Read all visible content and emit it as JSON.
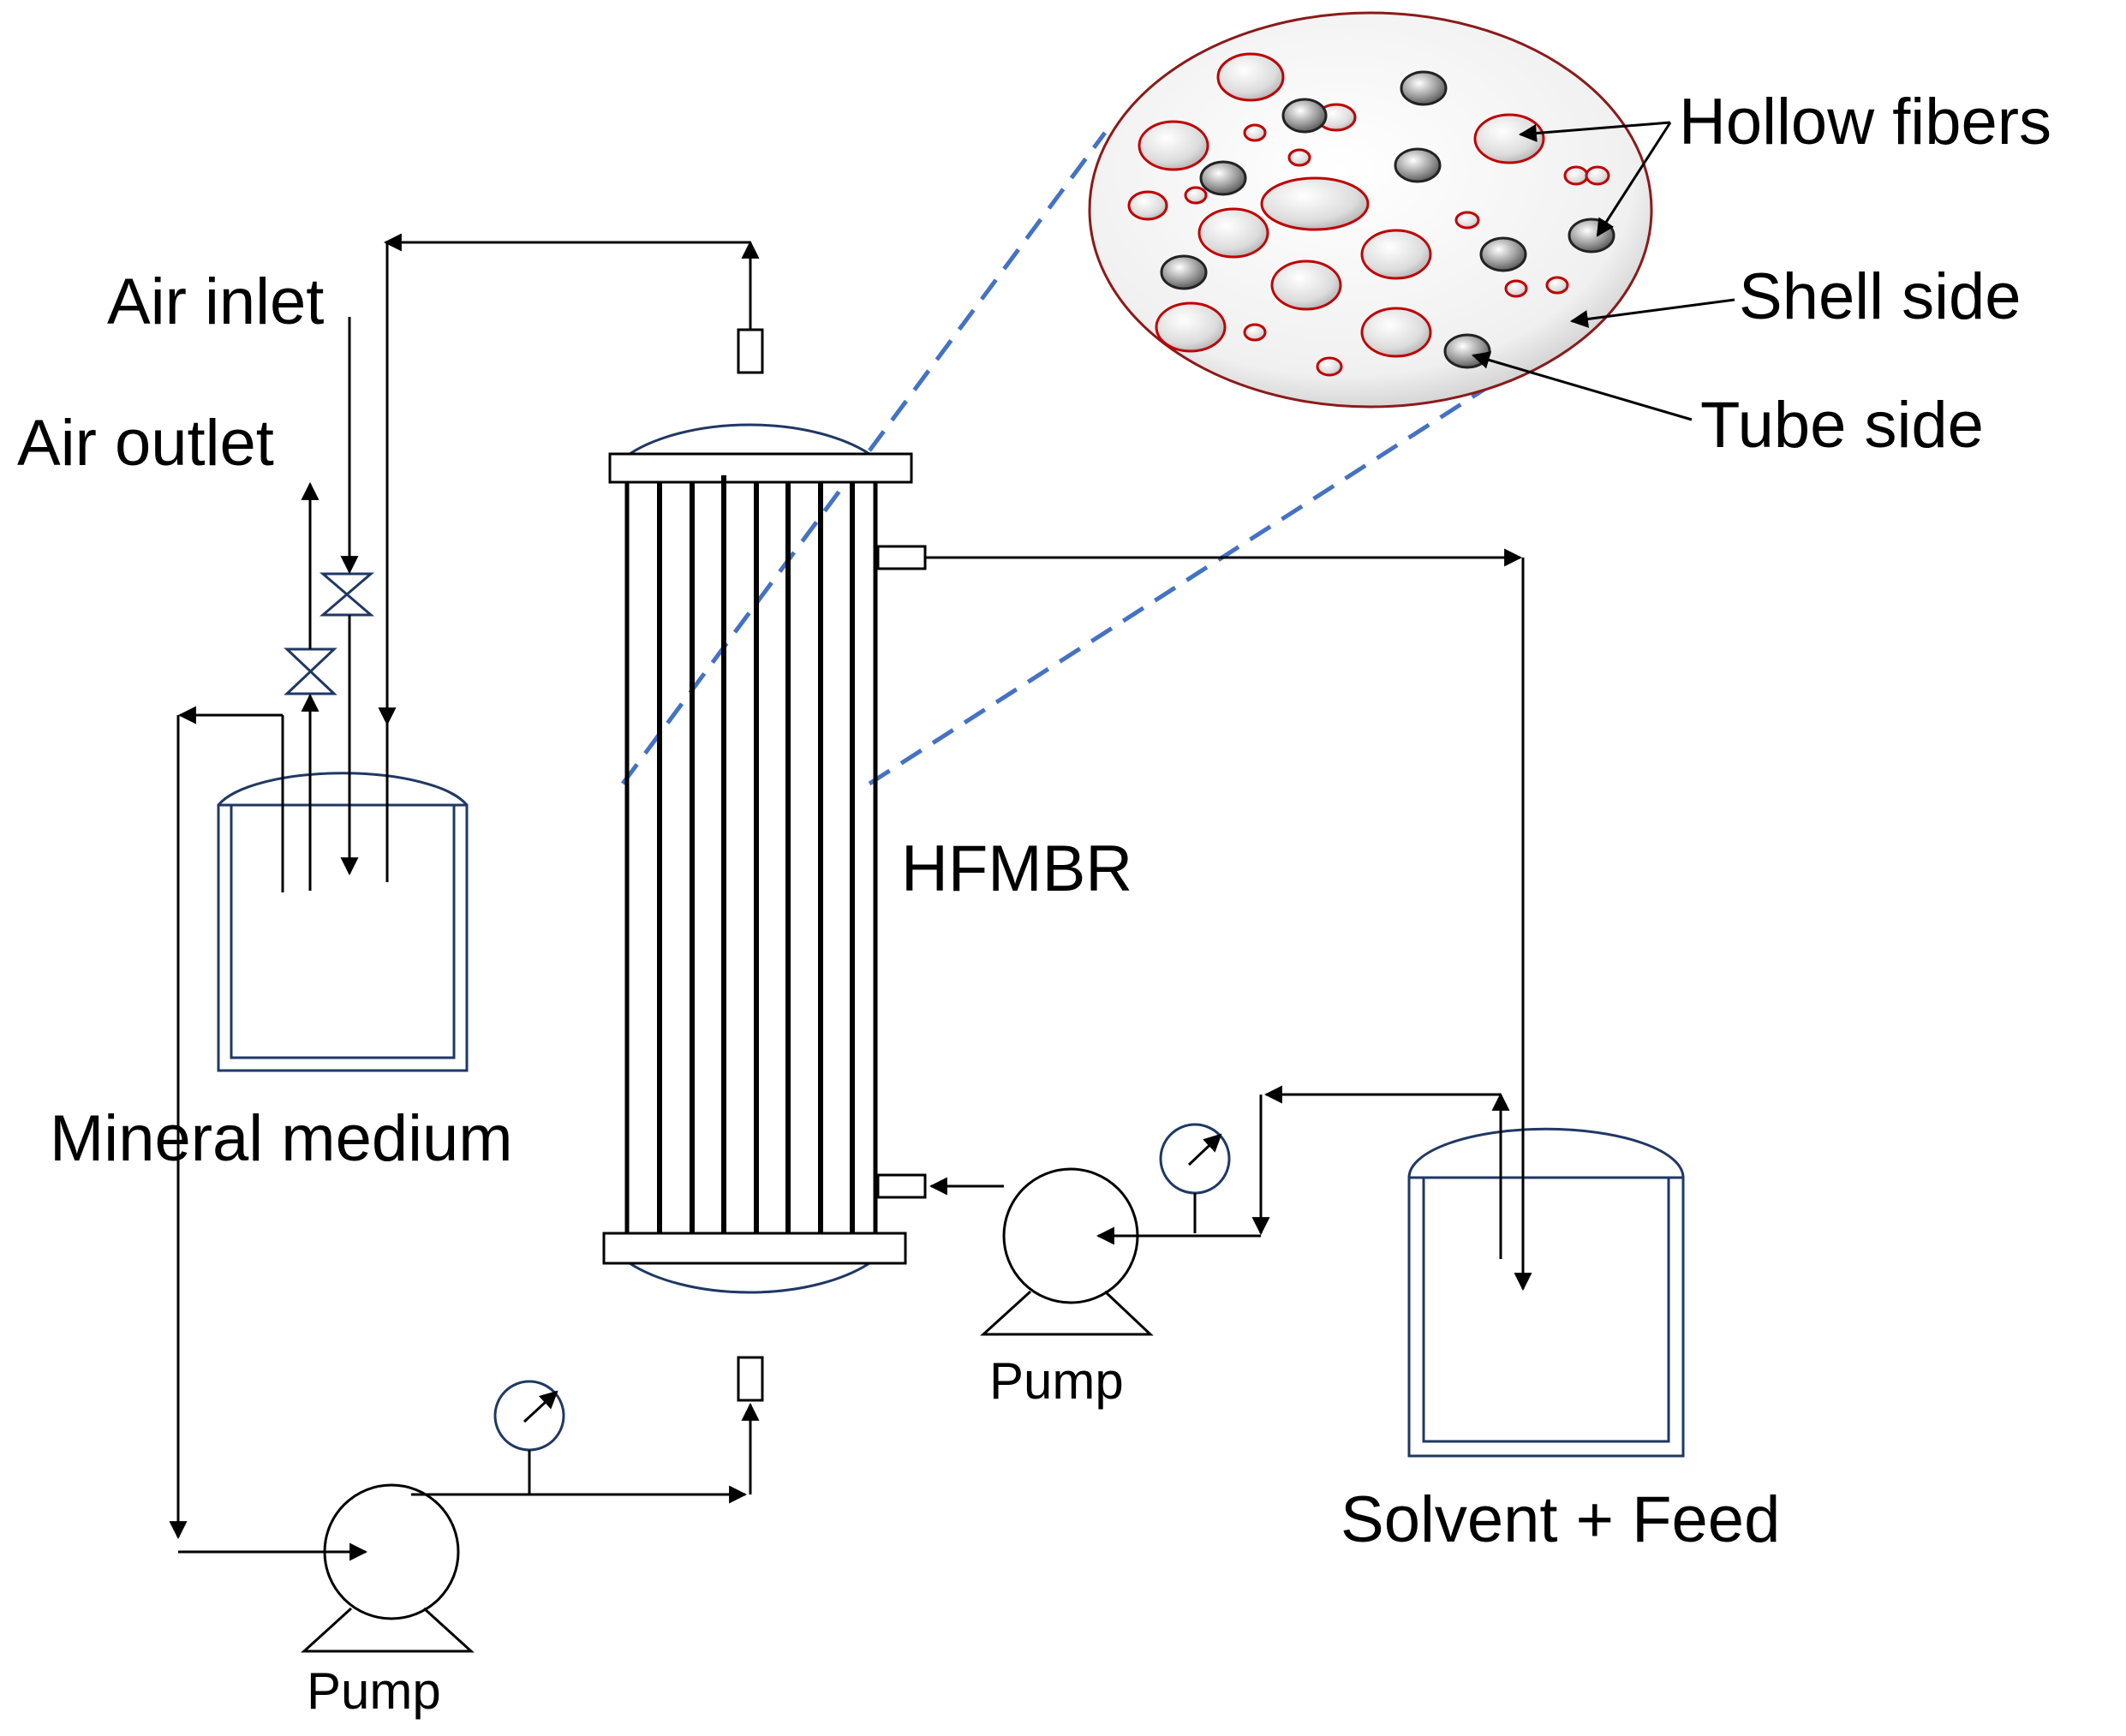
{
  "labels": {
    "hollow_fibers": "Hollow fibers",
    "shell_side": "Shell side",
    "tube_side": "Tube side",
    "air_inlet": "Air inlet",
    "air_outlet": "Air outlet",
    "hfmbr": "HFMBR",
    "mineral_medium": "Mineral medium",
    "solvent_feed": "Solvent + Feed",
    "pump_bottom": "Pump",
    "pump_right": "Pump"
  },
  "colors": {
    "line": "#000000",
    "vessel": "#1f3864",
    "dashed_zoom": "#4472c4",
    "fiber_red": "#c00000",
    "disc_rim": "#8b1a1a"
  }
}
